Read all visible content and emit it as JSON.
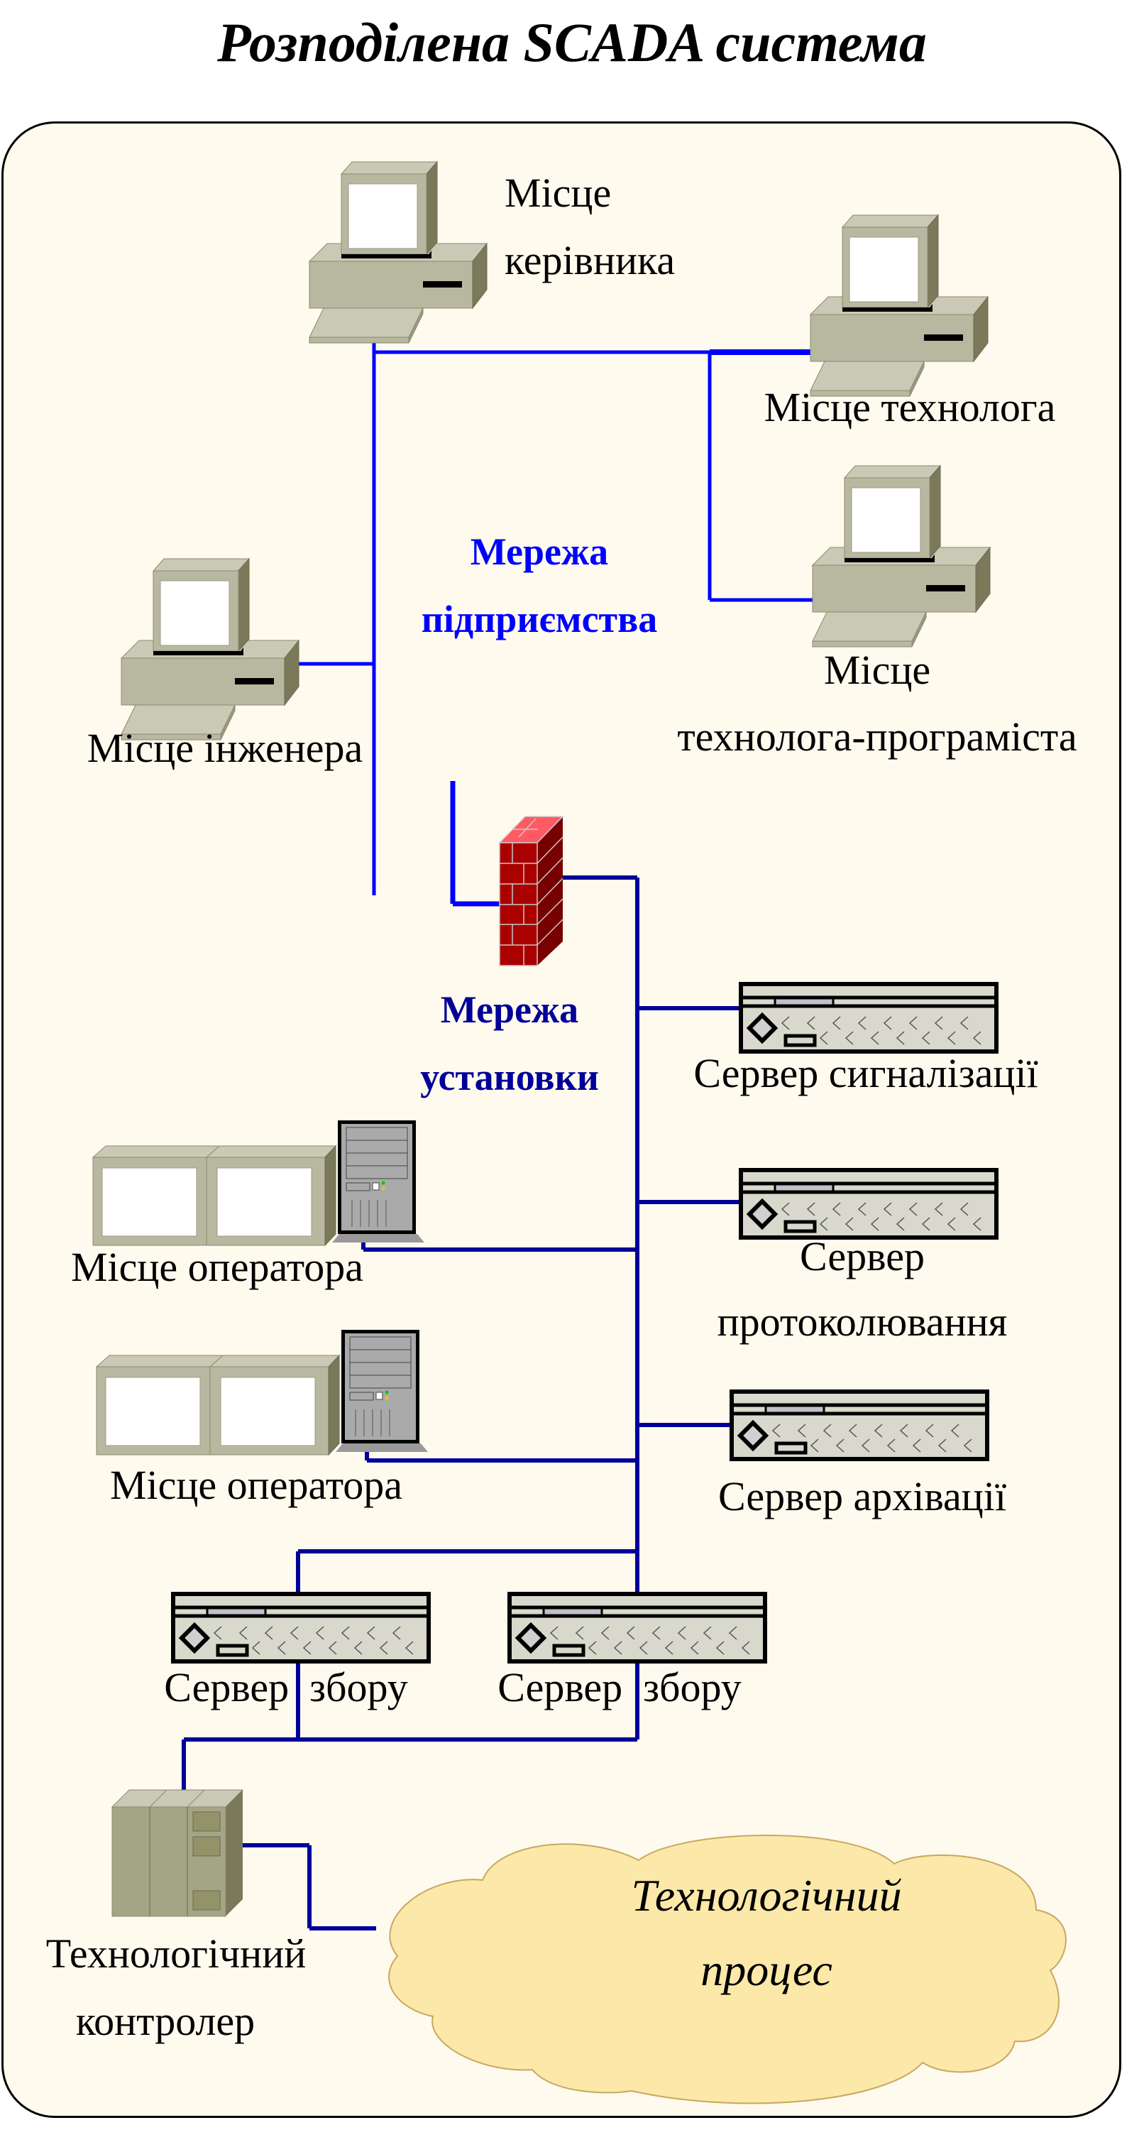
{
  "title": "Розподілена SCADA система",
  "colors": {
    "panel_bg": "#fefaee",
    "enterprise_network": "#0000ff",
    "plant_network": "#000099",
    "enterprise_label": "#0000ff",
    "plant_label": "#000099",
    "cloud_fill": "#fce8a8",
    "cloud_stroke": "#c8a860",
    "equipment_beige": "#b8b8a0",
    "firewall_red": "#aa0000"
  },
  "networks": {
    "enterprise": {
      "line1": "Мережа",
      "line2": "підприємства"
    },
    "plant": {
      "line1": "Мережа",
      "line2": "установки"
    }
  },
  "workstations": {
    "manager": {
      "line1": "Місце",
      "line2": "керівника",
      "icon": "desktop-computer-icon"
    },
    "technologist": {
      "line1": "Місце технолога",
      "icon": "desktop-computer-icon"
    },
    "programmer": {
      "line1": "Місце",
      "line2": "технолога-програміста",
      "icon": "desktop-computer-icon"
    },
    "engineer": {
      "line1": "Місце інженера",
      "icon": "desktop-computer-icon"
    },
    "operator1": {
      "line1": "Місце оператора",
      "icon": "operator-station-icon"
    },
    "operator2": {
      "line1": "Місце оператора",
      "icon": "operator-station-icon"
    }
  },
  "firewall": {
    "icon": "firewall-icon"
  },
  "servers": {
    "alarm": {
      "line1": "Сервер сигналізації",
      "icon": "rack-server-icon"
    },
    "logging": {
      "line1": "Сервер",
      "line2": "протоколювання",
      "icon": "rack-server-icon"
    },
    "archive": {
      "line1": "Сервер архівації",
      "icon": "rack-server-icon"
    },
    "collect1": {
      "line1": "Сервер  збору",
      "icon": "rack-server-icon"
    },
    "collect2": {
      "line1": "Сервер  збору",
      "icon": "rack-server-icon"
    }
  },
  "controller": {
    "line1": "Технологічний",
    "line2": "контролер",
    "icon": "plc-controller-icon"
  },
  "process": {
    "line1": "Технологічний",
    "line2": "процес",
    "icon": "cloud-icon"
  }
}
